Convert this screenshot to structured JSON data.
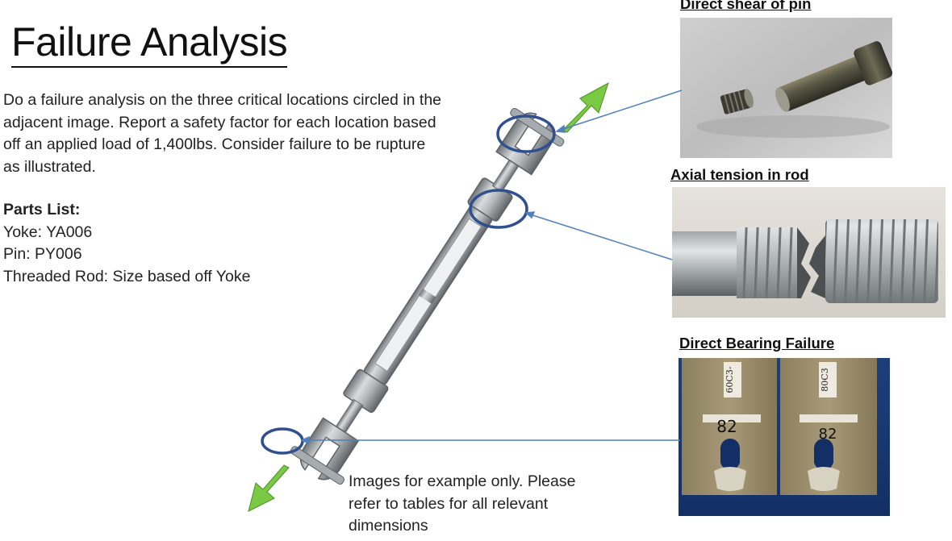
{
  "title": "Failure Analysis",
  "intro": {
    "lines": [
      "Do a failure analysis on the three critical locations circled in the",
      "adjacent image. Report a safety factor for each location based",
      "off an applied load of 1,400lbs. Consider failure to be rupture",
      "as illustrated."
    ]
  },
  "parts": {
    "header": "Parts List:",
    "items": [
      "Yoke: YA006",
      "Pin: PY006",
      "Threaded Rod: Size based off Yoke"
    ]
  },
  "note": {
    "lines": [
      "Images for example only. Please",
      "refer to tables for all relevant",
      "dimensions"
    ]
  },
  "captions": {
    "shear": "Direct shear of pin",
    "tension": "Axial tension in rod",
    "bearing": "Direct Bearing Failure"
  },
  "specimen_labels": {
    "left_code": "60C3-",
    "right_code": "80C3",
    "left_number": "82",
    "right_number": "82"
  },
  "colors": {
    "arrow_green": "#7ac943",
    "circle_blue": "#2f4f8f",
    "leader_blue": "#4f81bd"
  }
}
